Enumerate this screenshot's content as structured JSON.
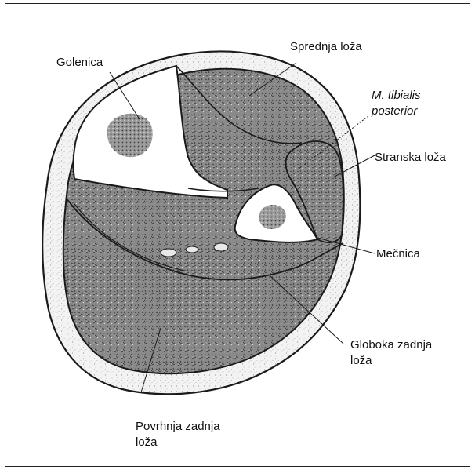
{
  "labels": {
    "golenica": "Golenica",
    "sprednja": "Sprednja loža",
    "tibialis_1": "M. tibialis",
    "tibialis_2": "posterior",
    "stranska": "Stranska loža",
    "mecnica": "Mečnica",
    "globoka_1": "Globoka zadnja",
    "globoka_2": "loža",
    "povrhnja_1": "Povrhnja zadnja",
    "povrhnja_2": "loža"
  },
  "colors": {
    "stroke": "#1a1a1a",
    "skin_fill": "#f4f4f4",
    "muscle_fill": "#7d7d7d",
    "bone_fill": "#ffffff"
  }
}
